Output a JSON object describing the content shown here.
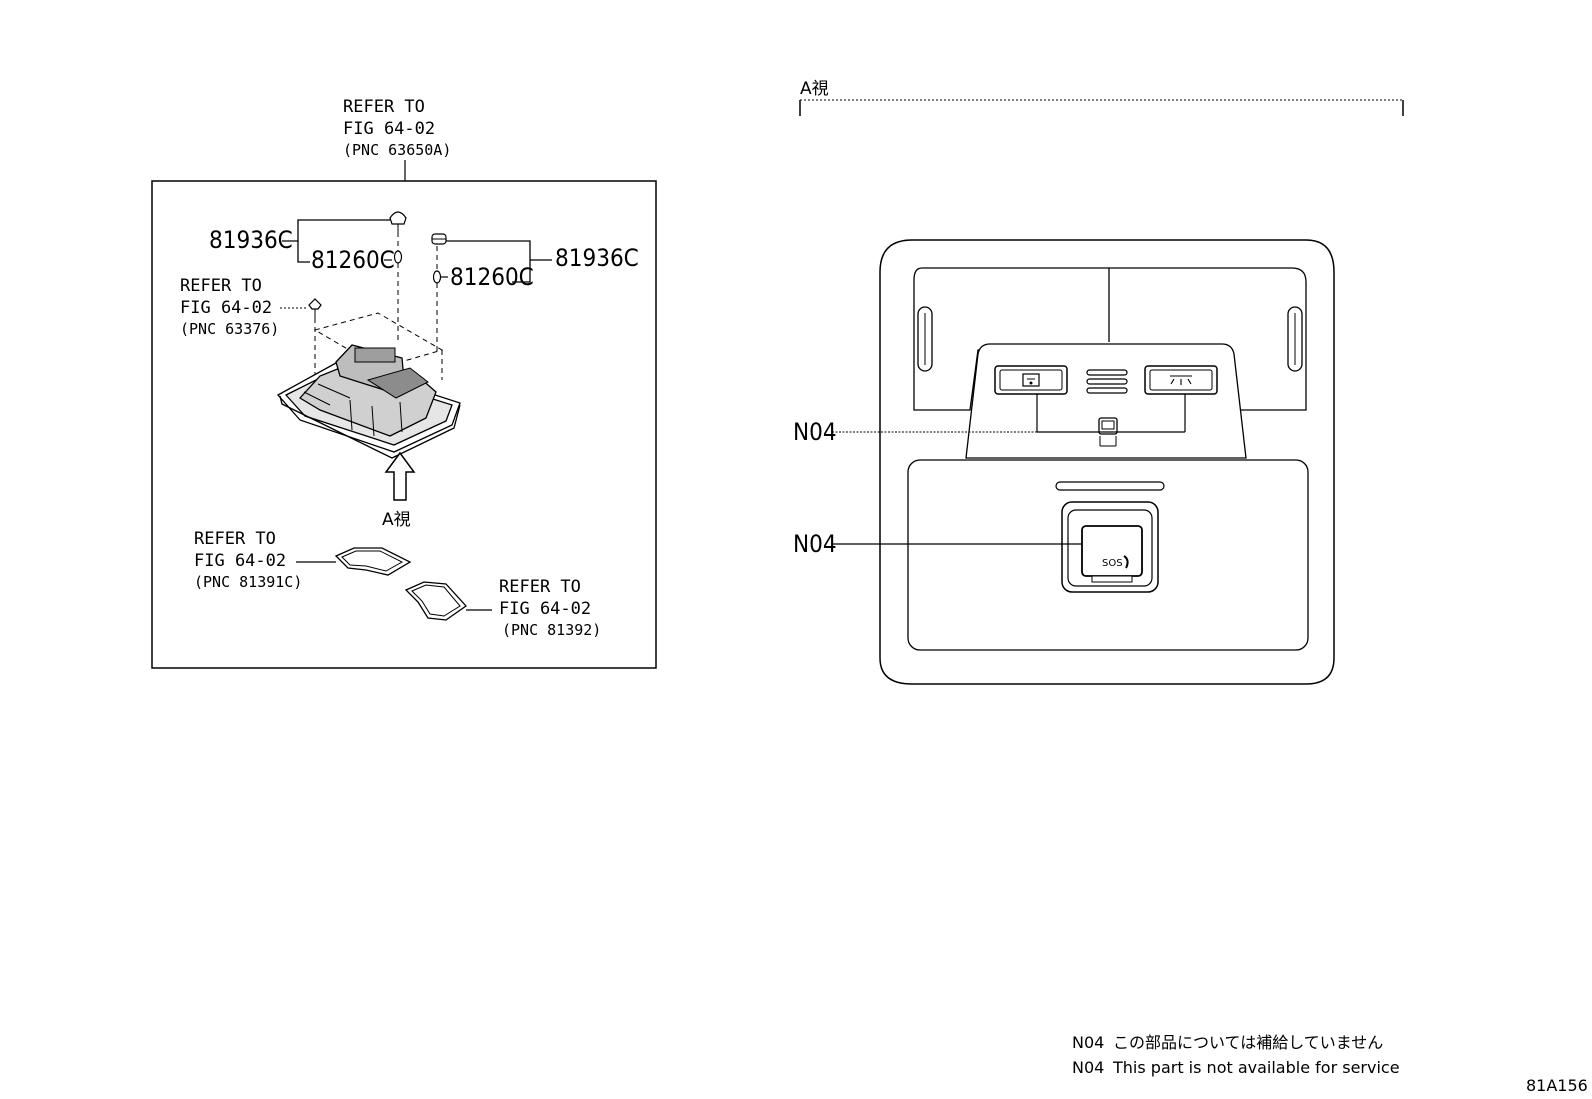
{
  "left_panel": {
    "top_ref": {
      "line1": "REFER TO",
      "line2": "FIG 64-02",
      "line3": "(PNC 63650A)"
    },
    "mid_ref": {
      "line1": "REFER TO",
      "line2": "FIG 64-02",
      "line3": "(PNC 63376)"
    },
    "lens1_ref": {
      "line1": "REFER TO",
      "line2": "FIG 64-02",
      "line3": "(PNC 81391C)"
    },
    "lens2_ref": {
      "line1": "REFER TO",
      "line2": "FIG 64-02",
      "line3": "(PNC 81392)"
    },
    "part_81936c_left": "81936C",
    "part_81260c_left": "81260C",
    "part_81936c_right": "81936C",
    "part_81260c_right": "81260C",
    "view_arrow_label": "A視"
  },
  "right_panel": {
    "view_label": "A視",
    "callout_upper": "N04",
    "callout_lower": "N04",
    "sos_label": "SOS"
  },
  "notes": {
    "jp": {
      "code": "N04",
      "text": "この部品については補給していません"
    },
    "en": {
      "code": "N04",
      "text": "This part is not available for service"
    }
  },
  "figure_id": "81A156"
}
